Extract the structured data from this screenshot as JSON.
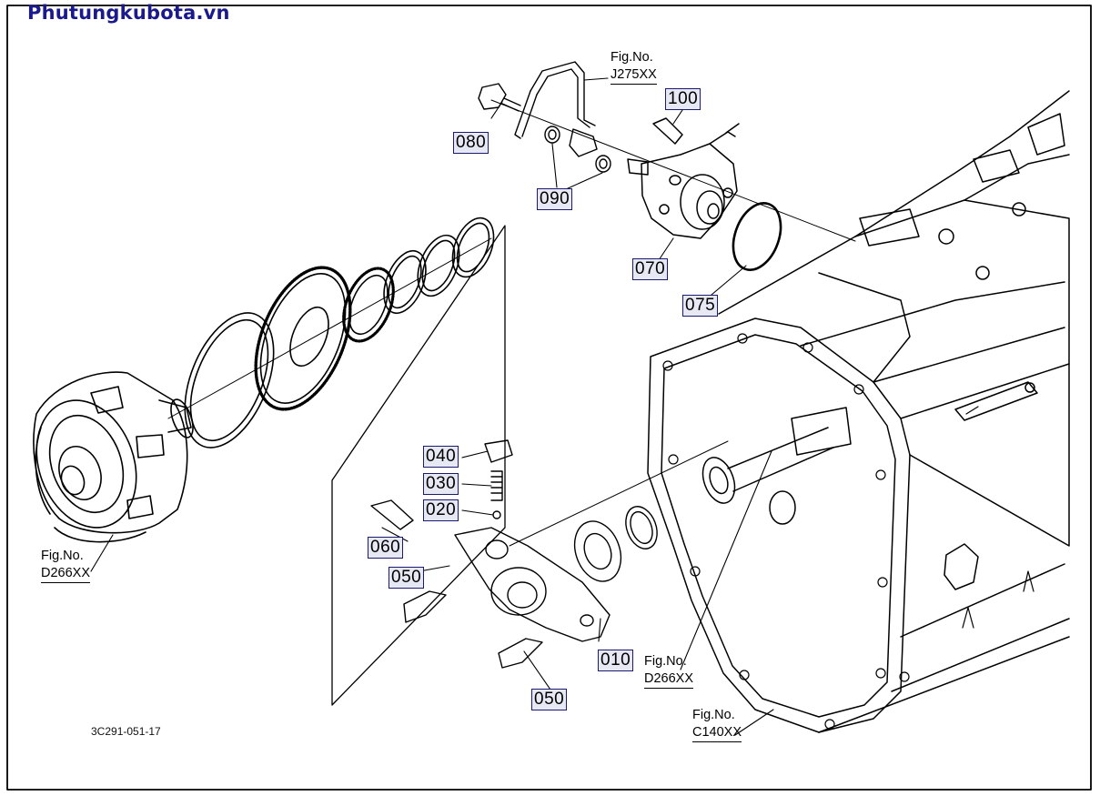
{
  "site": {
    "name": "Phutungkubota.vn"
  },
  "drawing": {
    "code": "3C291-051-17"
  },
  "parts": [
    {
      "id": "p010",
      "label": "010"
    },
    {
      "id": "p020",
      "label": "020"
    },
    {
      "id": "p030",
      "label": "030"
    },
    {
      "id": "p040",
      "label": "040"
    },
    {
      "id": "p050a",
      "label": "050"
    },
    {
      "id": "p050b",
      "label": "050"
    },
    {
      "id": "p060",
      "label": "060"
    },
    {
      "id": "p070",
      "label": "070"
    },
    {
      "id": "p075",
      "label": "075"
    },
    {
      "id": "p080",
      "label": "080"
    },
    {
      "id": "p090",
      "label": "090"
    },
    {
      "id": "p100",
      "label": "100"
    }
  ],
  "figure_refs": [
    {
      "caption": "Fig.No.",
      "number": "J275XX"
    },
    {
      "caption": "Fig.No.",
      "number": "D266XX"
    },
    {
      "caption": "Fig.No.",
      "number": "D266XX"
    },
    {
      "caption": "Fig.No.",
      "number": "C140XX"
    }
  ],
  "colors": {
    "label_fill": "#e6e8f4",
    "label_border": "#1a1a6e",
    "brand": "#1a1a8c",
    "ink": "#000000"
  }
}
